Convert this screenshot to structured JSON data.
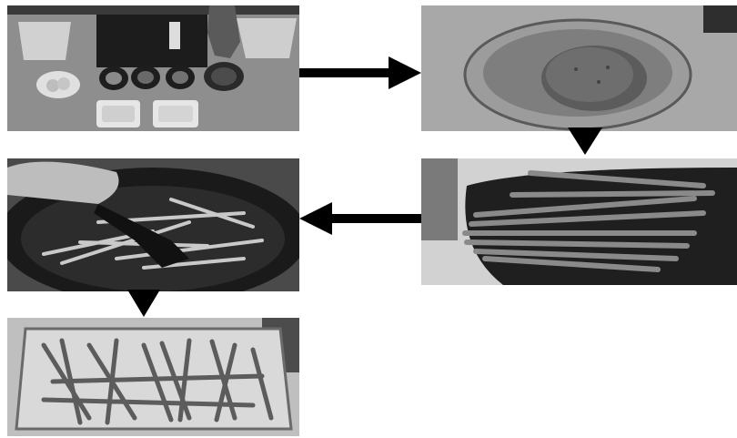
{
  "diagram": {
    "kind": "process-flow",
    "color_scheme": "grayscale",
    "steps": [
      {
        "id": "step-1",
        "depicts": "ingredients-and-tools"
      },
      {
        "id": "step-2",
        "depicts": "dough-in-bowl"
      },
      {
        "id": "step-3",
        "depicts": "dough-cut-into-strips"
      },
      {
        "id": "step-4",
        "depicts": "strips-frying-in-pan"
      },
      {
        "id": "step-5",
        "depicts": "fried-sticks-in-basket"
      }
    ],
    "arrows": [
      {
        "from": "step-1",
        "to": "step-2",
        "direction": "right"
      },
      {
        "from": "step-2",
        "to": "step-3",
        "direction": "down"
      },
      {
        "from": "step-3",
        "to": "step-4",
        "direction": "left"
      },
      {
        "from": "step-4",
        "to": "step-5",
        "direction": "down"
      }
    ],
    "colors": {
      "arrow": "#000000",
      "background": "#ffffff"
    }
  }
}
